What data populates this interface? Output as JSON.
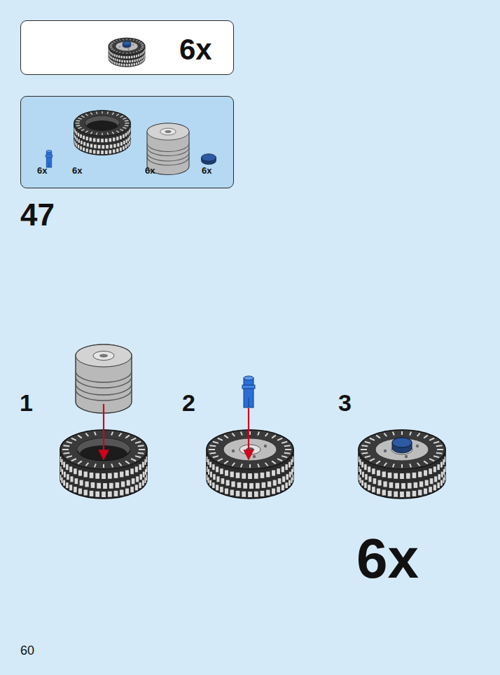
{
  "diagram": {
    "nodes": [
      {
        "text": [
          "6x"
        ]
      },
      {
        "text": [
          "6x",
          "6x",
          "6x",
          "6x"
        ]
      }
    ],
    "labels": [
      "47",
      "1",
      "2",
      "3",
      "6x",
      "60"
    ]
  }
}
